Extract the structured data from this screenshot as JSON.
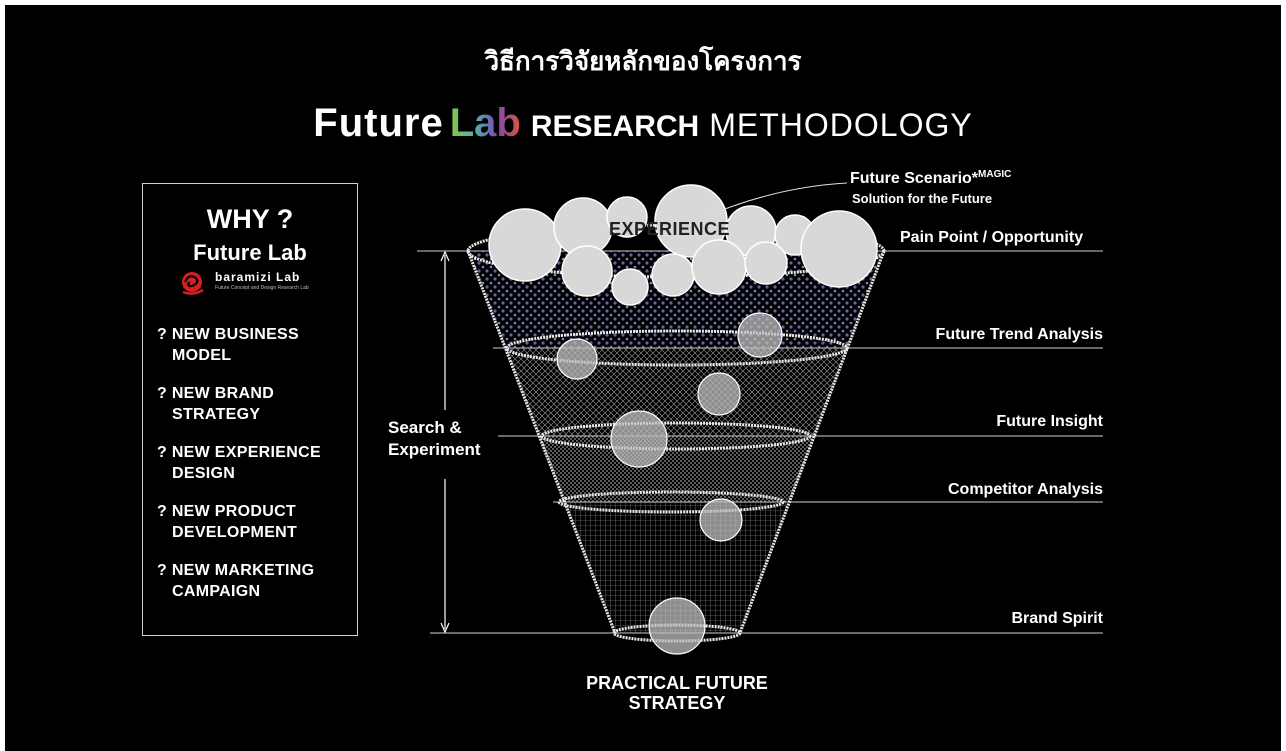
{
  "header": {
    "thai_title": "วิธีการวิจัยหลักของโครงการ",
    "brand_future": "Future",
    "brand_lab": "Lab",
    "brand_research": "RESEARCH",
    "brand_methodology": "METHODOLOGY"
  },
  "why_box": {
    "title": "WHY ?",
    "subtitle": "Future Lab",
    "logo_name": "baramizi Lab",
    "logo_tagline": "Future Concept and Design Research Lab",
    "items": [
      {
        "line1": "? NEW BUSINESS",
        "line2": "MODEL"
      },
      {
        "line1": "? NEW BRAND",
        "line2": "STRATEGY"
      },
      {
        "line1": "? NEW EXPERIENCE",
        "line2": "DESIGN"
      },
      {
        "line1": "? NEW PRODUCT",
        "line2": "DEVELOPMENT"
      },
      {
        "line1": "? NEW MARKETING",
        "line2": "CAMPAIGN"
      }
    ]
  },
  "funnel": {
    "top_label": "EXPERIENCE",
    "scenario_title": "Future Scenario*",
    "scenario_sup": "MAGIC",
    "scenario_sub": "Solution for the Future",
    "stages": [
      "Pain Point / Opportunity",
      "Future Trend Analysis",
      "Future Insight",
      "Competitor Analysis",
      "Brand Spirit"
    ],
    "side_label_line1": "Search &",
    "side_label_line2": "Experiment",
    "bottom_line1": "PRACTICAL FUTURE",
    "bottom_line2": "STRATEGY"
  },
  "colors": {
    "background": "#000000",
    "text": "#ffffff",
    "dots_top": "#5c62a8",
    "logo_red": "#d62020"
  }
}
